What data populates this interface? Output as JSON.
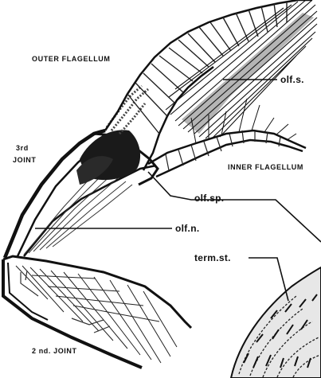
{
  "labels": {
    "outer_flagellum": "OUTER FLAGELLUM",
    "olf_s": "olf.s.",
    "third_joint_line1": "3rd",
    "third_joint_line2": "JOINT",
    "inner_flagellum": "INNER FLAGELLUM",
    "olf_sp": "olf.sp.",
    "olf_n": "olf.n.",
    "term_st": "term.st.",
    "second_joint": "2 nd. JOINT"
  }
}
